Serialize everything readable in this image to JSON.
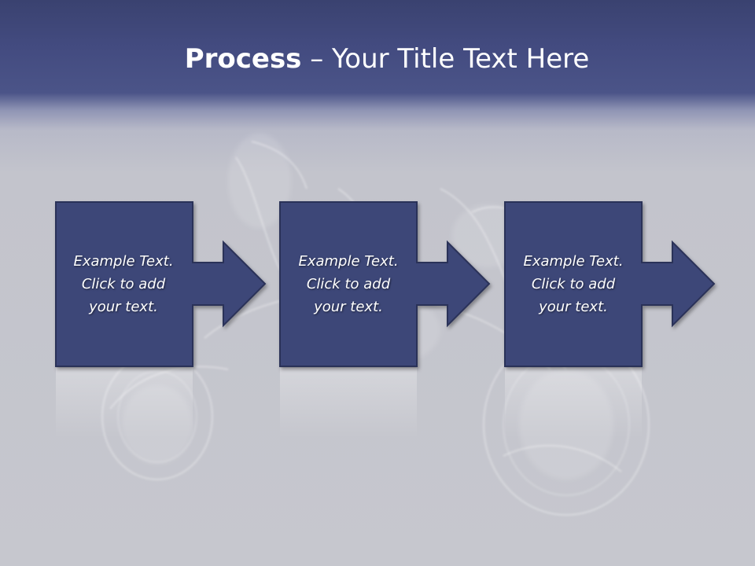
{
  "slide": {
    "title_strong": "Process",
    "title_rest": " – Your Title Text Here"
  },
  "steps": [
    {
      "text": "Example Text.\nClick  to add\nyour text."
    },
    {
      "text": "Example Text.\nClick  to add\nyour text."
    },
    {
      "text": "Example Text.\nClick  to add\nyour text."
    }
  ],
  "colors": {
    "header": "#434b80",
    "box_fill": "#3d4678",
    "box_border": "#2b3259",
    "background": "#c6c7ce"
  }
}
